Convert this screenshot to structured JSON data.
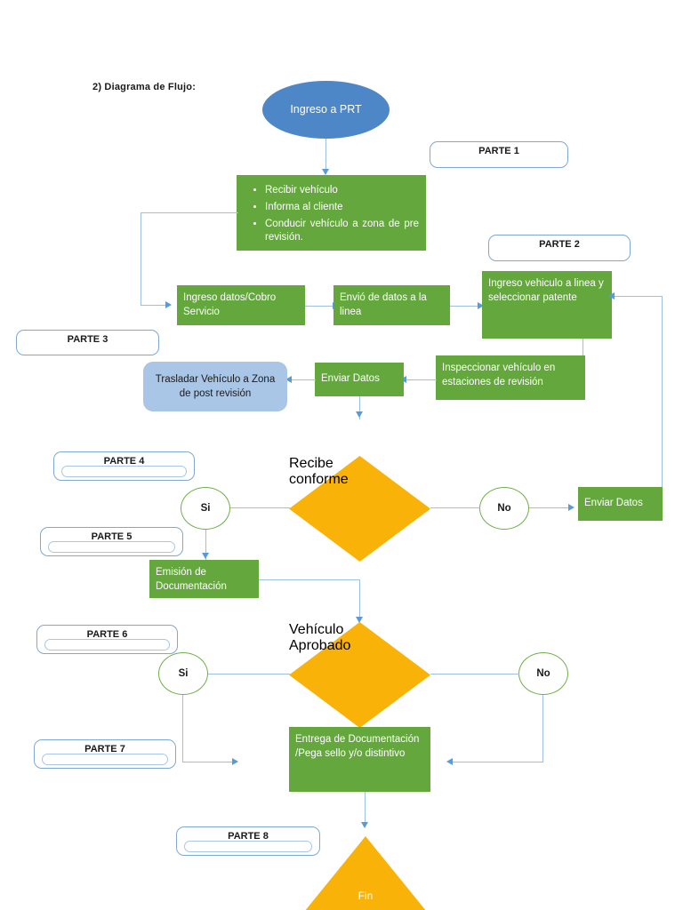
{
  "document": {
    "title": "2) Diagrama de Flujo:"
  },
  "nodes": {
    "start": {
      "label": "Ingreso a PRT",
      "shape": "ellipse",
      "color": "#4E87C7"
    },
    "recepcion": {
      "shape": "process-bullets",
      "color": "#64A83D",
      "bullets": [
        "Recibir vehículo",
        "Informa al cliente",
        "Conducir vehículo a zona de pre revisión."
      ]
    },
    "ingreso_datos": {
      "label": "Ingreso datos/Cobro Servicio",
      "shape": "process",
      "color": "#64A83D"
    },
    "envio_datos_linea": {
      "label": "Envió de datos a la linea",
      "shape": "process",
      "color": "#64A83D"
    },
    "ingreso_vehiculo_linea": {
      "label": "Ingreso vehiculo a linea y seleccionar patente",
      "shape": "process",
      "color": "#64A83D"
    },
    "inspeccionar": {
      "label": "Inspeccionar vehículo en estaciones de revisión",
      "shape": "process",
      "color": "#64A83D"
    },
    "enviar_datos_1": {
      "label": "Enviar Datos",
      "shape": "process",
      "color": "#64A83D"
    },
    "trasladar": {
      "label": "Trasladar Vehículo a Zona de post revisión",
      "shape": "process-rounded",
      "color": "#A9C6E6"
    },
    "recibe_conforme": {
      "label_line1": "Recibe",
      "label_line2": "conforme",
      "shape": "decision",
      "color": "#F9B208"
    },
    "si_1": {
      "label": "Si",
      "shape": "connector-circle"
    },
    "no_1": {
      "label": "No",
      "shape": "connector-circle"
    },
    "enviar_datos_2": {
      "label": "Enviar Datos",
      "shape": "process",
      "color": "#64A83D"
    },
    "emision": {
      "label": "Emisión de Documentación",
      "shape": "process",
      "color": "#64A83D"
    },
    "vehiculo_aprobado": {
      "label_line1": "Vehículo",
      "label_line2": "Aprobado",
      "shape": "decision",
      "color": "#F9B208"
    },
    "si_2": {
      "label": "Si",
      "shape": "connector-circle"
    },
    "no_2": {
      "label": "No",
      "shape": "connector-circle"
    },
    "entrega": {
      "label": "Entrega de Documentación /Pega sello y/o distintivo",
      "shape": "process",
      "color": "#64A83D"
    },
    "fin": {
      "label": "Fin",
      "shape": "triangle",
      "color": "#F9B208"
    }
  },
  "callouts": [
    {
      "label": "PARTE 1"
    },
    {
      "label": "PARTE 2"
    },
    {
      "label": "PARTE 3"
    },
    {
      "label": "PARTE 4"
    },
    {
      "label": "PARTE 5"
    },
    {
      "label": "PARTE 6"
    },
    {
      "label": "PARTE 7"
    },
    {
      "label": "PARTE 8"
    }
  ],
  "colors": {
    "process_green": "#64A83D",
    "start_blue": "#4E87C7",
    "decision_orange": "#F9B208",
    "soft_blue": "#A9C6E6",
    "connector_line": "#9DBFE0",
    "callout_border": "#7FA8D4",
    "circle_border": "#6FAF46"
  }
}
